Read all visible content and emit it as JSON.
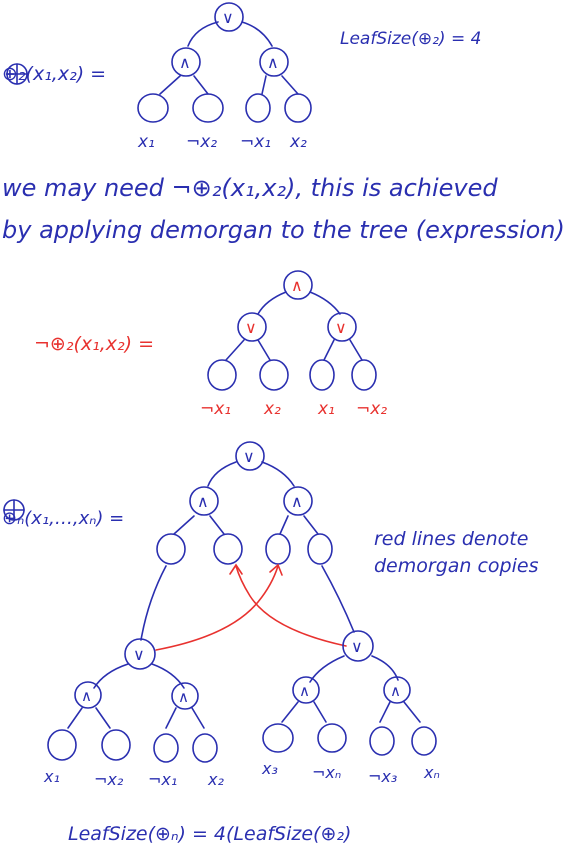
{
  "colors": {
    "ink": "#2a2fb0",
    "red": "#e8322f",
    "background": "#ffffff"
  },
  "section1": {
    "label": "⊕₂(x₁,x₂) =",
    "leaf_size_note": "LeafSize(⊕₂) = 4",
    "root": "∨",
    "ands": [
      "∧",
      "∧"
    ],
    "leaves": [
      "x₁",
      "¬x₂",
      "¬x₁",
      "x₂"
    ]
  },
  "sentence": {
    "line1": "we may need ¬⊕₂(x₁,x₂), this is achieved",
    "line2": "by applying demorgan to the tree (expression)"
  },
  "section2": {
    "label": "¬⊕₂(x₁,x₂) =",
    "root": "∧",
    "ors": [
      "∨",
      "∨"
    ],
    "leaves": [
      "¬x₁",
      "x₂",
      "x₁",
      "¬x₂"
    ]
  },
  "section3": {
    "label": "⊕ₙ(x₁,…,xₙ) =",
    "note_line1": "red lines denote",
    "note_line2": "demorgan copies",
    "root": "∨",
    "ands": [
      "∧",
      "∧"
    ],
    "sub_ors": [
      "∨",
      "∨"
    ],
    "sub_ands": [
      "∧",
      "∧",
      "∧",
      "∧"
    ],
    "leaves": [
      "x₁",
      "¬x₂",
      "¬x₁",
      "x₂",
      "x₃",
      "¬xₙ",
      "¬x₃",
      "xₙ"
    ],
    "formula": "LeafSize(⊕ₙ) = 4(LeafSize(⊕₂)"
  }
}
